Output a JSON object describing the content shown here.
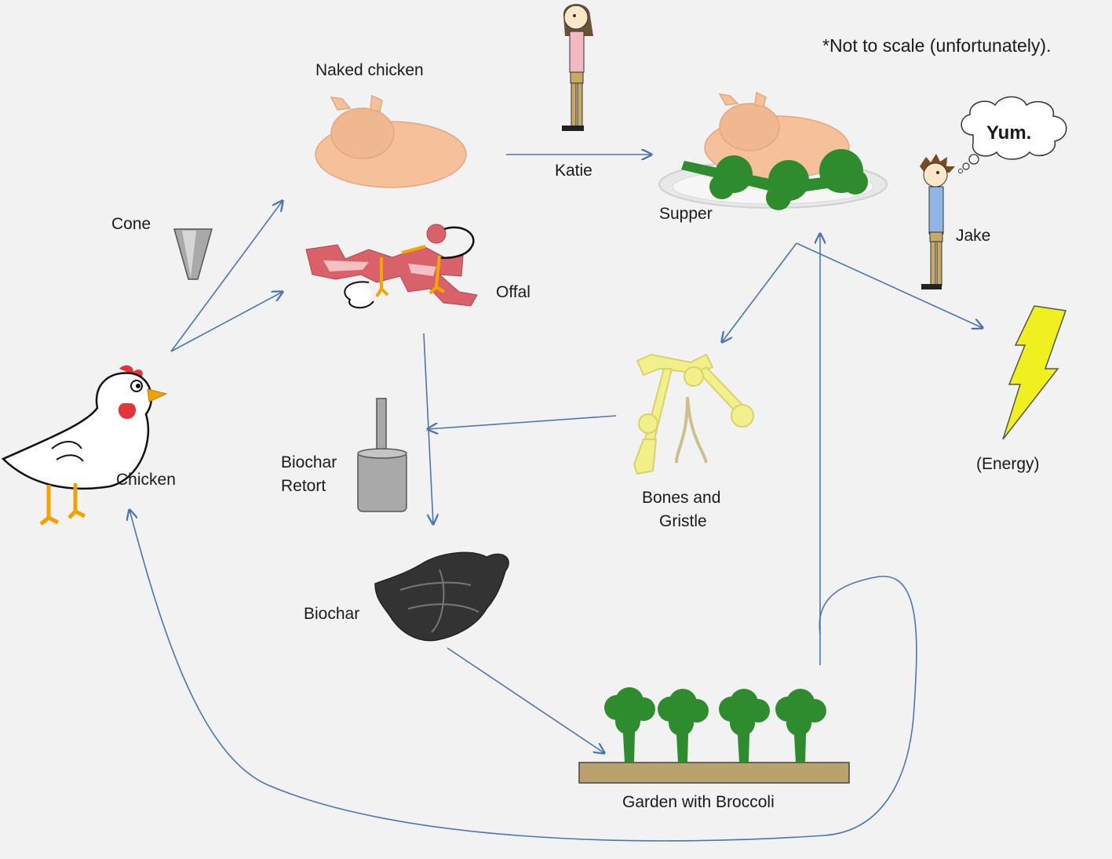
{
  "labels": {
    "note": "*Not to scale (unfortunately).",
    "naked_chicken": "Naked chicken",
    "katie": "Katie",
    "supper": "Supper",
    "jake": "Jake",
    "yum": "Yum.",
    "cone": "Cone",
    "offal": "Offal",
    "chicken": "Chicken",
    "biochar_retort_1": "Biochar",
    "biochar_retort_2": "Retort",
    "bones_1": "Bones and",
    "bones_2": "Gristle",
    "energy": "(Energy)",
    "biochar": "Biochar",
    "garden": "Garden with Broccoli"
  },
  "colors": {
    "arrow": "#4a75b5",
    "chicken_skin": "#f5c09a",
    "broccoli": "#2e8b2e",
    "bones": "#f2f08a",
    "lightning": "#f0f020",
    "biochar": "#333333",
    "soil": "#b9a26c"
  }
}
